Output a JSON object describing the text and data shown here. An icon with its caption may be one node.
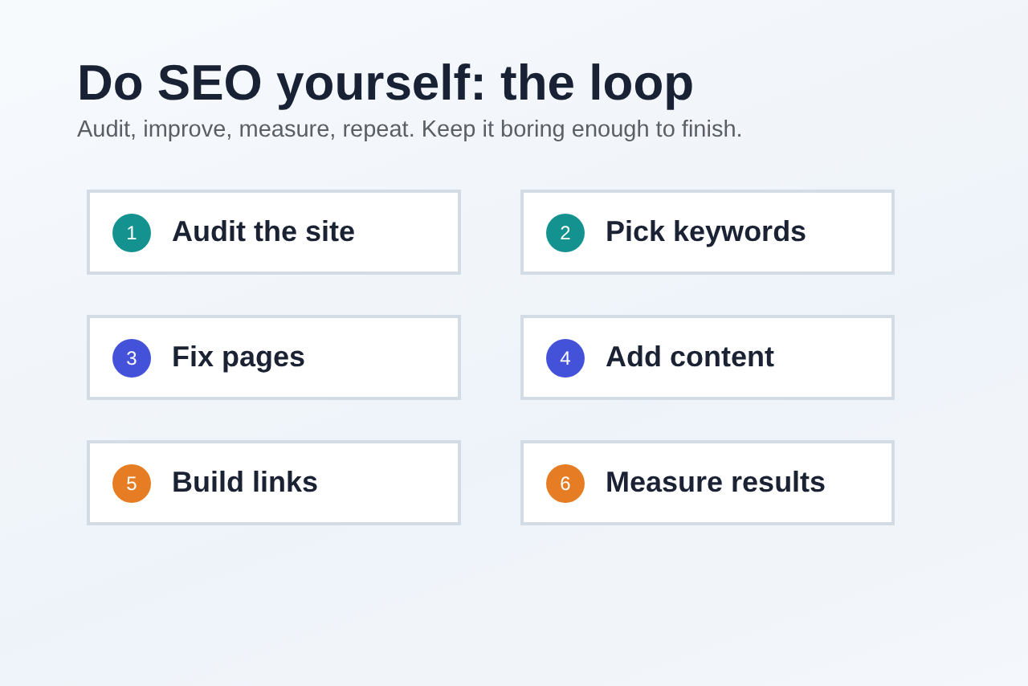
{
  "diagram": {
    "title": "Do SEO yourself: the loop",
    "caption": "Audit, improve, measure, repeat. Keep it boring enough to finish.",
    "nodes": [
      {
        "text": [
          "Audit the site"
        ]
      },
      {
        "text": [
          "1"
        ],
        "in": 0
      },
      {
        "text": [
          "Pick keywords"
        ]
      },
      {
        "text": [
          "2"
        ],
        "in": 2
      },
      {
        "text": [
          "Fix pages"
        ]
      },
      {
        "text": [
          "3"
        ],
        "in": 4
      },
      {
        "text": [
          "Add content"
        ]
      },
      {
        "text": [
          "4"
        ],
        "in": 6
      },
      {
        "text": [
          "Build links"
        ]
      },
      {
        "text": [
          "5"
        ],
        "in": 8
      },
      {
        "text": [
          "Measure results"
        ]
      },
      {
        "text": [
          "6"
        ],
        "in": 10
      }
    ]
  }
}
